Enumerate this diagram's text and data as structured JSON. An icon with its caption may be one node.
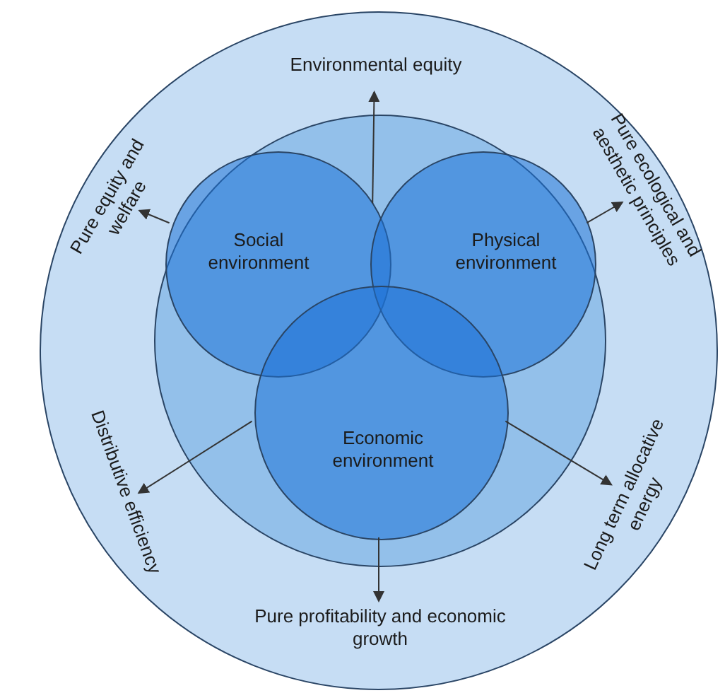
{
  "diagram": {
    "nodes": [
      {
        "text": [],
        "shape": "circle"
      },
      {
        "text": [],
        "shape": "circle",
        "in": 0
      },
      {
        "text": [
          "Social environment"
        ],
        "in": 1
      },
      {
        "text": [
          "Physical environment"
        ],
        "in": 1
      },
      {
        "text": [
          "Economic environment"
        ],
        "in": 1
      },
      {
        "text": [
          "Environmental equity"
        ],
        "in": 0
      },
      {
        "text": [
          "Pure equity and welfare"
        ],
        "in": 0
      },
      {
        "text": [
          "Pure ecological and aesthetic principles"
        ],
        "in": 0
      },
      {
        "text": [
          "Distributive efficiency"
        ],
        "in": 0
      },
      {
        "text": [
          "Long term allocative energy"
        ],
        "in": 0
      },
      {
        "text": [
          "Pure profitability and economic growth"
        ],
        "in": 0
      }
    ],
    "edges": [
      {
        "from": 2,
        "to": 5,
        "arrow": "to"
      },
      {
        "from": 2,
        "to": 6,
        "arrow": "to"
      },
      {
        "from": 3,
        "to": 7,
        "arrow": "to"
      },
      {
        "from": 4,
        "to": 8,
        "arrow": "to"
      },
      {
        "from": 4,
        "to": 9,
        "arrow": "to"
      },
      {
        "from": 4,
        "to": 10,
        "arrow": "to"
      }
    ]
  }
}
